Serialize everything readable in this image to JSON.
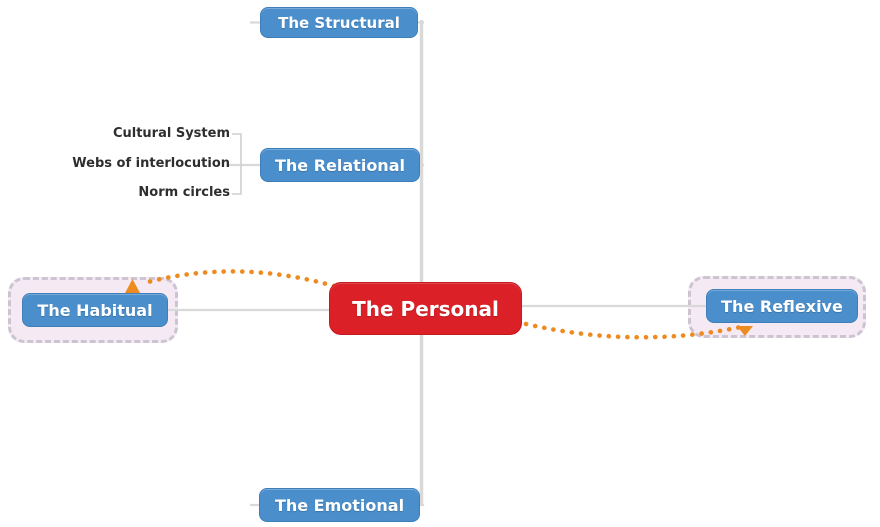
{
  "nodes": {
    "personal": {
      "label": "The Personal"
    },
    "structural": {
      "label": "The Structural"
    },
    "relational": {
      "label": "The Relational"
    },
    "habitual": {
      "label": "The Habitual"
    },
    "reflexive": {
      "label": "The Reflexive"
    },
    "emotional": {
      "label": "The Emotional"
    }
  },
  "relational_children": {
    "cultural_system": {
      "label": "Cultural System"
    },
    "webs_of_interlocution": {
      "label": "Webs of interlocution"
    },
    "norm_circles": {
      "label": "Norm circles"
    }
  },
  "colors": {
    "node_blue": "#4a8ecb",
    "center_red": "#dc2027",
    "node_text": "#ffffff",
    "halo_fill": "#f5eaf4",
    "halo_border": "#cdc4d1",
    "connector_gray": "#d9d9d9",
    "arrow_orange": "#ee8b20",
    "label_text": "#2e2e2e"
  }
}
